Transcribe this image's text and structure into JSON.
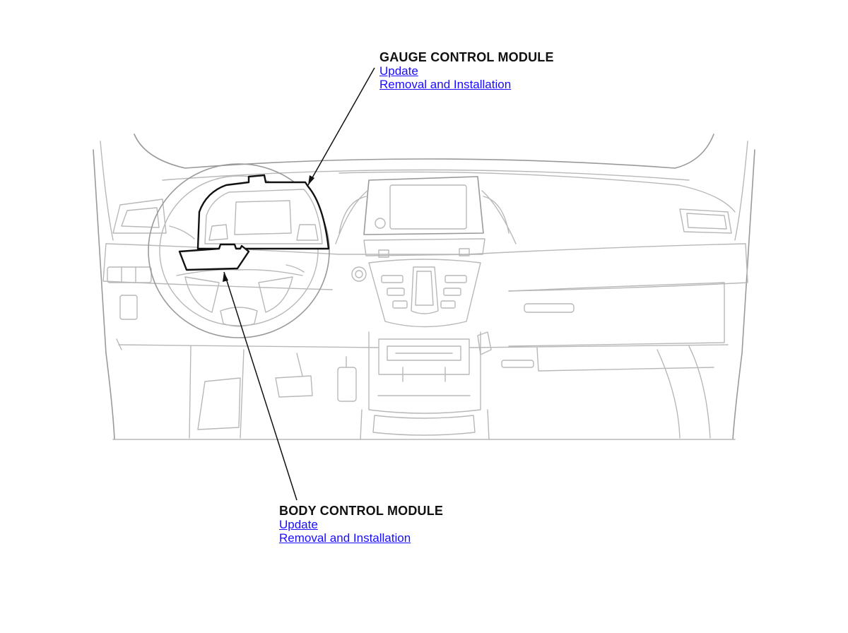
{
  "callouts": {
    "gauge_control_module": {
      "title": "GAUGE CONTROL MODULE",
      "links": [
        "Update",
        "Removal and Installation"
      ]
    },
    "body_control_module": {
      "title": "BODY CONTROL MODULE",
      "links": [
        "Update",
        "Removal and Installation"
      ]
    }
  },
  "colors": {
    "link": "#1a0dff",
    "title": "#111111",
    "line_art": "#b8b8b8",
    "highlight": "#111111"
  }
}
